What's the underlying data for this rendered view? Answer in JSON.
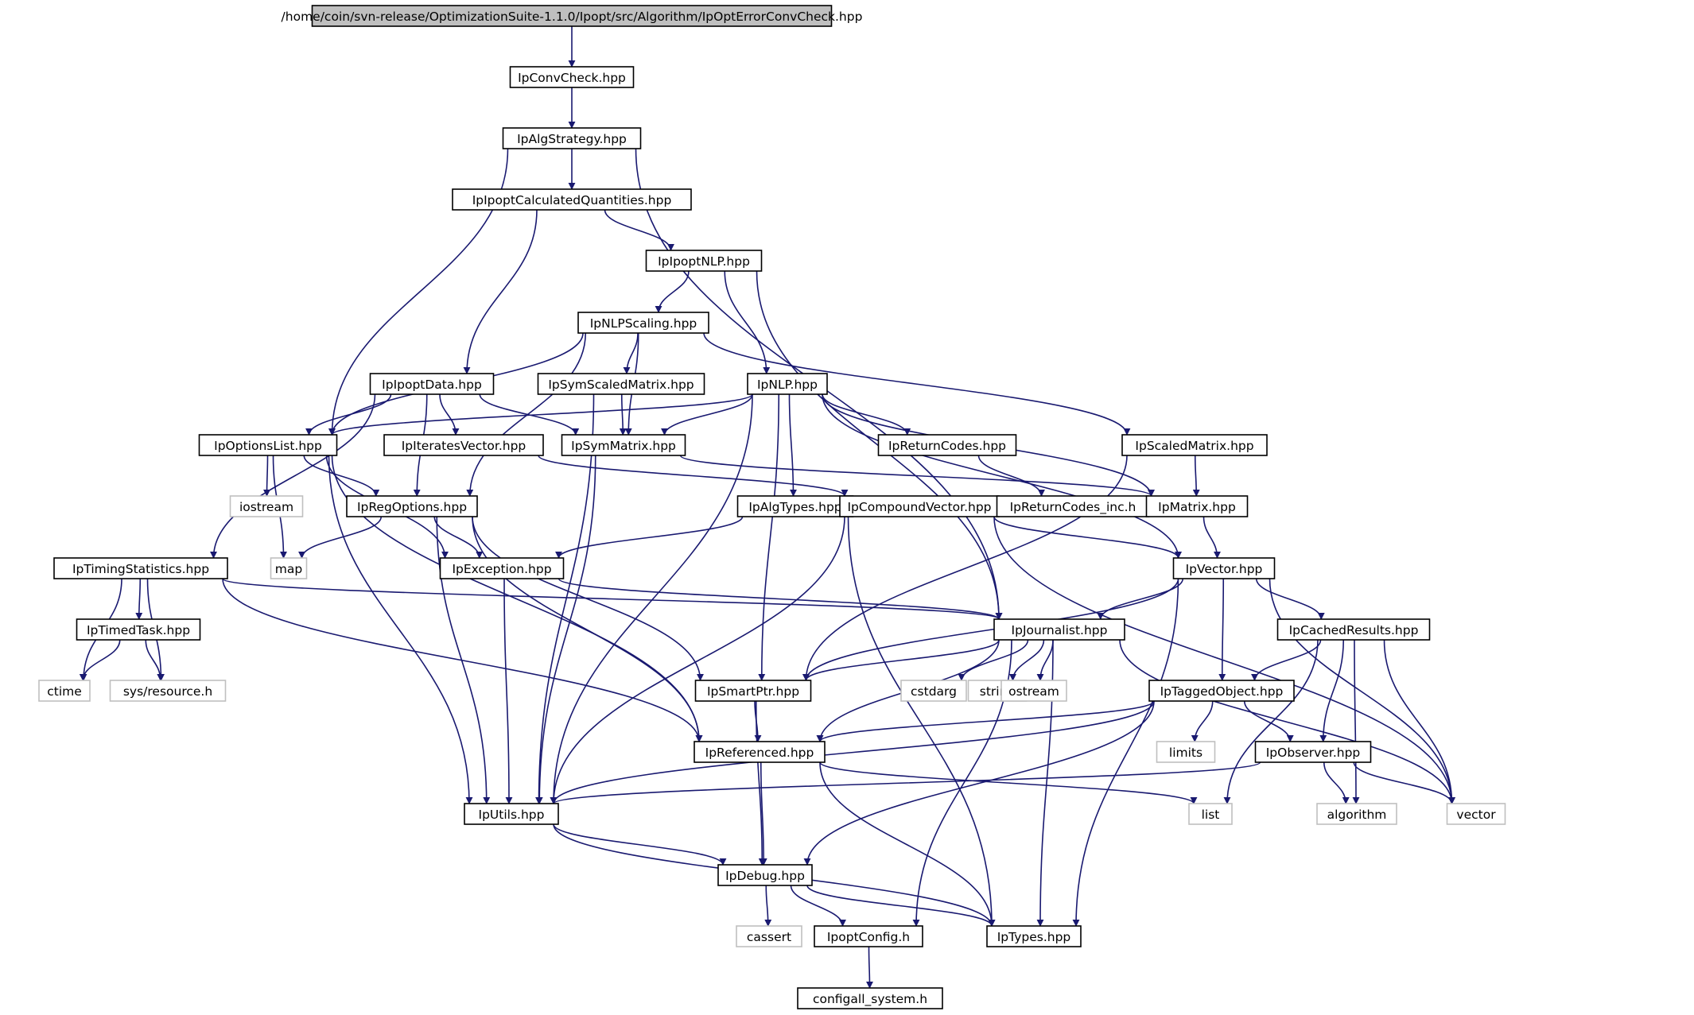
{
  "colors": {
    "edge": "#191970",
    "node_border": "#000000",
    "external_border": "#bfbfbf",
    "root_fill": "#bfbfbf",
    "node_fill": "#ffffff",
    "text": "#000000"
  },
  "nodes": [
    {
      "id": "root",
      "label": "/home/coin/svn-release/OptimizationSuite-1.1.0/Ipopt/src/Algorithm/IpOptErrorConvCheck.hpp",
      "kind": "root"
    },
    {
      "id": "convcheck",
      "label": "IpConvCheck.hpp",
      "kind": "header"
    },
    {
      "id": "algstrategy",
      "label": "IpAlgStrategy.hpp",
      "kind": "header"
    },
    {
      "id": "ipoptcq",
      "label": "IpIpoptCalculatedQuantities.hpp",
      "kind": "header"
    },
    {
      "id": "ipoptnlp",
      "label": "IpIpoptNLP.hpp",
      "kind": "header"
    },
    {
      "id": "nlpscaling",
      "label": "IpNLPScaling.hpp",
      "kind": "header"
    },
    {
      "id": "ipoptdata",
      "label": "IpIpoptData.hpp",
      "kind": "header"
    },
    {
      "id": "symscaled",
      "label": "IpSymScaledMatrix.hpp",
      "kind": "header"
    },
    {
      "id": "nlp",
      "label": "IpNLP.hpp",
      "kind": "header"
    },
    {
      "id": "optionslist",
      "label": "IpOptionsList.hpp",
      "kind": "header"
    },
    {
      "id": "iterates",
      "label": "IpIteratesVector.hpp",
      "kind": "header"
    },
    {
      "id": "symmatrix",
      "label": "IpSymMatrix.hpp",
      "kind": "header"
    },
    {
      "id": "returncodes",
      "label": "IpReturnCodes.hpp",
      "kind": "header"
    },
    {
      "id": "scaledmatrix",
      "label": "IpScaledMatrix.hpp",
      "kind": "header"
    },
    {
      "id": "iostream",
      "label": "iostream",
      "kind": "external"
    },
    {
      "id": "regoptions",
      "label": "IpRegOptions.hpp",
      "kind": "header"
    },
    {
      "id": "algtypes",
      "label": "IpAlgTypes.hpp",
      "kind": "header"
    },
    {
      "id": "compound",
      "label": "IpCompoundVector.hpp",
      "kind": "header"
    },
    {
      "id": "retcodesinc",
      "label": "IpReturnCodes_inc.h",
      "kind": "header"
    },
    {
      "id": "matrix",
      "label": "IpMatrix.hpp",
      "kind": "header"
    },
    {
      "id": "timingstats",
      "label": "IpTimingStatistics.hpp",
      "kind": "header"
    },
    {
      "id": "map",
      "label": "map",
      "kind": "external"
    },
    {
      "id": "exception",
      "label": "IpException.hpp",
      "kind": "header"
    },
    {
      "id": "vector_hpp",
      "label": "IpVector.hpp",
      "kind": "header"
    },
    {
      "id": "timedtask",
      "label": "IpTimedTask.hpp",
      "kind": "header"
    },
    {
      "id": "journalist",
      "label": "IpJournalist.hpp",
      "kind": "header"
    },
    {
      "id": "cached",
      "label": "IpCachedResults.hpp",
      "kind": "header"
    },
    {
      "id": "ctime",
      "label": "ctime",
      "kind": "external"
    },
    {
      "id": "sysres",
      "label": "sys/resource.h",
      "kind": "external"
    },
    {
      "id": "smartptr",
      "label": "IpSmartPtr.hpp",
      "kind": "header"
    },
    {
      "id": "cstdarg",
      "label": "cstdarg",
      "kind": "external"
    },
    {
      "id": "string",
      "label": "string",
      "kind": "external"
    },
    {
      "id": "ostream",
      "label": "ostream",
      "kind": "external"
    },
    {
      "id": "tagged",
      "label": "IpTaggedObject.hpp",
      "kind": "header"
    },
    {
      "id": "limits",
      "label": "limits",
      "kind": "external"
    },
    {
      "id": "referenced",
      "label": "IpReferenced.hpp",
      "kind": "header"
    },
    {
      "id": "observer",
      "label": "IpObserver.hpp",
      "kind": "header"
    },
    {
      "id": "utils",
      "label": "IpUtils.hpp",
      "kind": "header"
    },
    {
      "id": "list",
      "label": "list",
      "kind": "external"
    },
    {
      "id": "algorithm",
      "label": "algorithm",
      "kind": "external"
    },
    {
      "id": "vector",
      "label": "vector",
      "kind": "external"
    },
    {
      "id": "debug",
      "label": "IpDebug.hpp",
      "kind": "header"
    },
    {
      "id": "cassert",
      "label": "cassert",
      "kind": "external"
    },
    {
      "id": "ipoptconfig",
      "label": "IpoptConfig.h",
      "kind": "header"
    },
    {
      "id": "types",
      "label": "IpTypes.hpp",
      "kind": "header"
    },
    {
      "id": "configall",
      "label": "configall_system.h",
      "kind": "header"
    }
  ],
  "edges": [
    [
      "root",
      "convcheck"
    ],
    [
      "convcheck",
      "algstrategy"
    ],
    [
      "algstrategy",
      "ipoptcq"
    ],
    [
      "algstrategy",
      "optionslist"
    ],
    [
      "algstrategy",
      "journalist"
    ],
    [
      "ipoptcq",
      "ipoptnlp"
    ],
    [
      "ipoptcq",
      "ipoptdata"
    ],
    [
      "ipoptnlp",
      "nlpscaling"
    ],
    [
      "ipoptnlp",
      "nlp"
    ],
    [
      "ipoptnlp",
      "journalist"
    ],
    [
      "nlpscaling",
      "optionslist"
    ],
    [
      "nlpscaling",
      "symscaled"
    ],
    [
      "nlpscaling",
      "symmatrix"
    ],
    [
      "nlpscaling",
      "scaledmatrix"
    ],
    [
      "nlpscaling",
      "regoptions"
    ],
    [
      "ipoptdata",
      "optionslist"
    ],
    [
      "ipoptdata",
      "iterates"
    ],
    [
      "ipoptdata",
      "symmatrix"
    ],
    [
      "ipoptdata",
      "regoptions"
    ],
    [
      "ipoptdata",
      "timingstats"
    ],
    [
      "symscaled",
      "symmatrix"
    ],
    [
      "symscaled",
      "utils"
    ],
    [
      "nlp",
      "optionslist"
    ],
    [
      "nlp",
      "symmatrix"
    ],
    [
      "nlp",
      "returncodes"
    ],
    [
      "nlp",
      "matrix"
    ],
    [
      "nlp",
      "algtypes"
    ],
    [
      "nlp",
      "vector_hpp"
    ],
    [
      "nlp",
      "utils"
    ],
    [
      "nlp",
      "smartptr"
    ],
    [
      "optionslist",
      "iostream"
    ],
    [
      "optionslist",
      "map"
    ],
    [
      "optionslist",
      "regoptions"
    ],
    [
      "optionslist",
      "exception"
    ],
    [
      "optionslist",
      "referenced"
    ],
    [
      "optionslist",
      "utils"
    ],
    [
      "iterates",
      "compound"
    ],
    [
      "symmatrix",
      "matrix"
    ],
    [
      "symmatrix",
      "utils"
    ],
    [
      "returncodes",
      "retcodesinc"
    ],
    [
      "scaledmatrix",
      "matrix"
    ],
    [
      "scaledmatrix",
      "smartptr"
    ],
    [
      "regoptions",
      "map"
    ],
    [
      "regoptions",
      "exception"
    ],
    [
      "regoptions",
      "smartptr"
    ],
    [
      "regoptions",
      "referenced"
    ],
    [
      "regoptions",
      "utils"
    ],
    [
      "algtypes",
      "exception"
    ],
    [
      "algtypes",
      "types"
    ],
    [
      "compound",
      "vector_hpp"
    ],
    [
      "compound",
      "vector"
    ],
    [
      "compound",
      "utils"
    ],
    [
      "matrix",
      "vector_hpp"
    ],
    [
      "timingstats",
      "timedtask"
    ],
    [
      "timingstats",
      "ctime"
    ],
    [
      "timingstats",
      "sysres"
    ],
    [
      "timingstats",
      "journalist"
    ],
    [
      "timingstats",
      "referenced"
    ],
    [
      "exception",
      "journalist"
    ],
    [
      "exception",
      "utils"
    ],
    [
      "vector_hpp",
      "journalist"
    ],
    [
      "vector_hpp",
      "cached"
    ],
    [
      "vector_hpp",
      "tagged"
    ],
    [
      "vector_hpp",
      "smartptr"
    ],
    [
      "vector_hpp",
      "vector"
    ],
    [
      "vector_hpp",
      "types"
    ],
    [
      "timedtask",
      "ctime"
    ],
    [
      "timedtask",
      "sysres"
    ],
    [
      "journalist",
      "smartptr"
    ],
    [
      "journalist",
      "cstdarg"
    ],
    [
      "journalist",
      "string"
    ],
    [
      "journalist",
      "ostream"
    ],
    [
      "journalist",
      "referenced"
    ],
    [
      "journalist",
      "vector"
    ],
    [
      "journalist",
      "ipoptconfig"
    ],
    [
      "journalist",
      "types"
    ],
    [
      "cached",
      "tagged"
    ],
    [
      "cached",
      "observer"
    ],
    [
      "cached",
      "list"
    ],
    [
      "cached",
      "algorithm"
    ],
    [
      "cached",
      "vector"
    ],
    [
      "smartptr",
      "referenced"
    ],
    [
      "smartptr",
      "debug"
    ],
    [
      "tagged",
      "limits"
    ],
    [
      "tagged",
      "observer"
    ],
    [
      "tagged",
      "referenced"
    ],
    [
      "tagged",
      "debug"
    ],
    [
      "tagged",
      "utils"
    ],
    [
      "referenced",
      "debug"
    ],
    [
      "referenced",
      "types"
    ],
    [
      "referenced",
      "list"
    ],
    [
      "observer",
      "utils"
    ],
    [
      "observer",
      "algorithm"
    ],
    [
      "observer",
      "vector"
    ],
    [
      "utils",
      "debug"
    ],
    [
      "utils",
      "types"
    ],
    [
      "debug",
      "cassert"
    ],
    [
      "debug",
      "ipoptconfig"
    ],
    [
      "debug",
      "types"
    ],
    [
      "ipoptconfig",
      "configall"
    ]
  ]
}
